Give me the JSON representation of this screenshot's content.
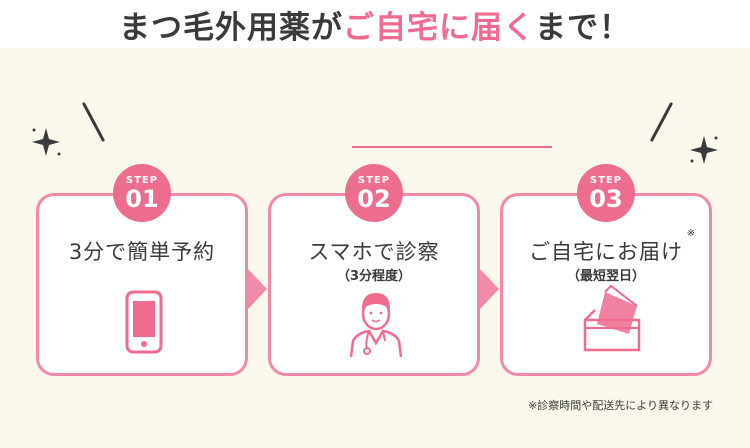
{
  "headline": {
    "part1": "まつ毛外用薬が",
    "part2": "ご自宅に届く",
    "part3": "まで！"
  },
  "steps": [
    {
      "label": "STEP",
      "number": "01",
      "title": "3分で簡単予約",
      "subtitle": "",
      "note_mark": "",
      "icon": "smartphone-icon"
    },
    {
      "label": "STEP",
      "number": "02",
      "title": "スマホで診察",
      "subtitle": "（3分程度）",
      "note_mark": "",
      "icon": "doctor-icon"
    },
    {
      "label": "STEP",
      "number": "03",
      "title": "ご自宅にお届け",
      "subtitle": "（最短翌日）",
      "note_mark": "※",
      "icon": "package-box-icon"
    }
  ],
  "footnote": "※診察時間や配送先により異なります",
  "colors": {
    "accent": "#ef6b8f",
    "card_border": "#f08aa8",
    "badge": "#ec6d8e",
    "background": "#faf8ec",
    "text": "#3a3a3a"
  }
}
